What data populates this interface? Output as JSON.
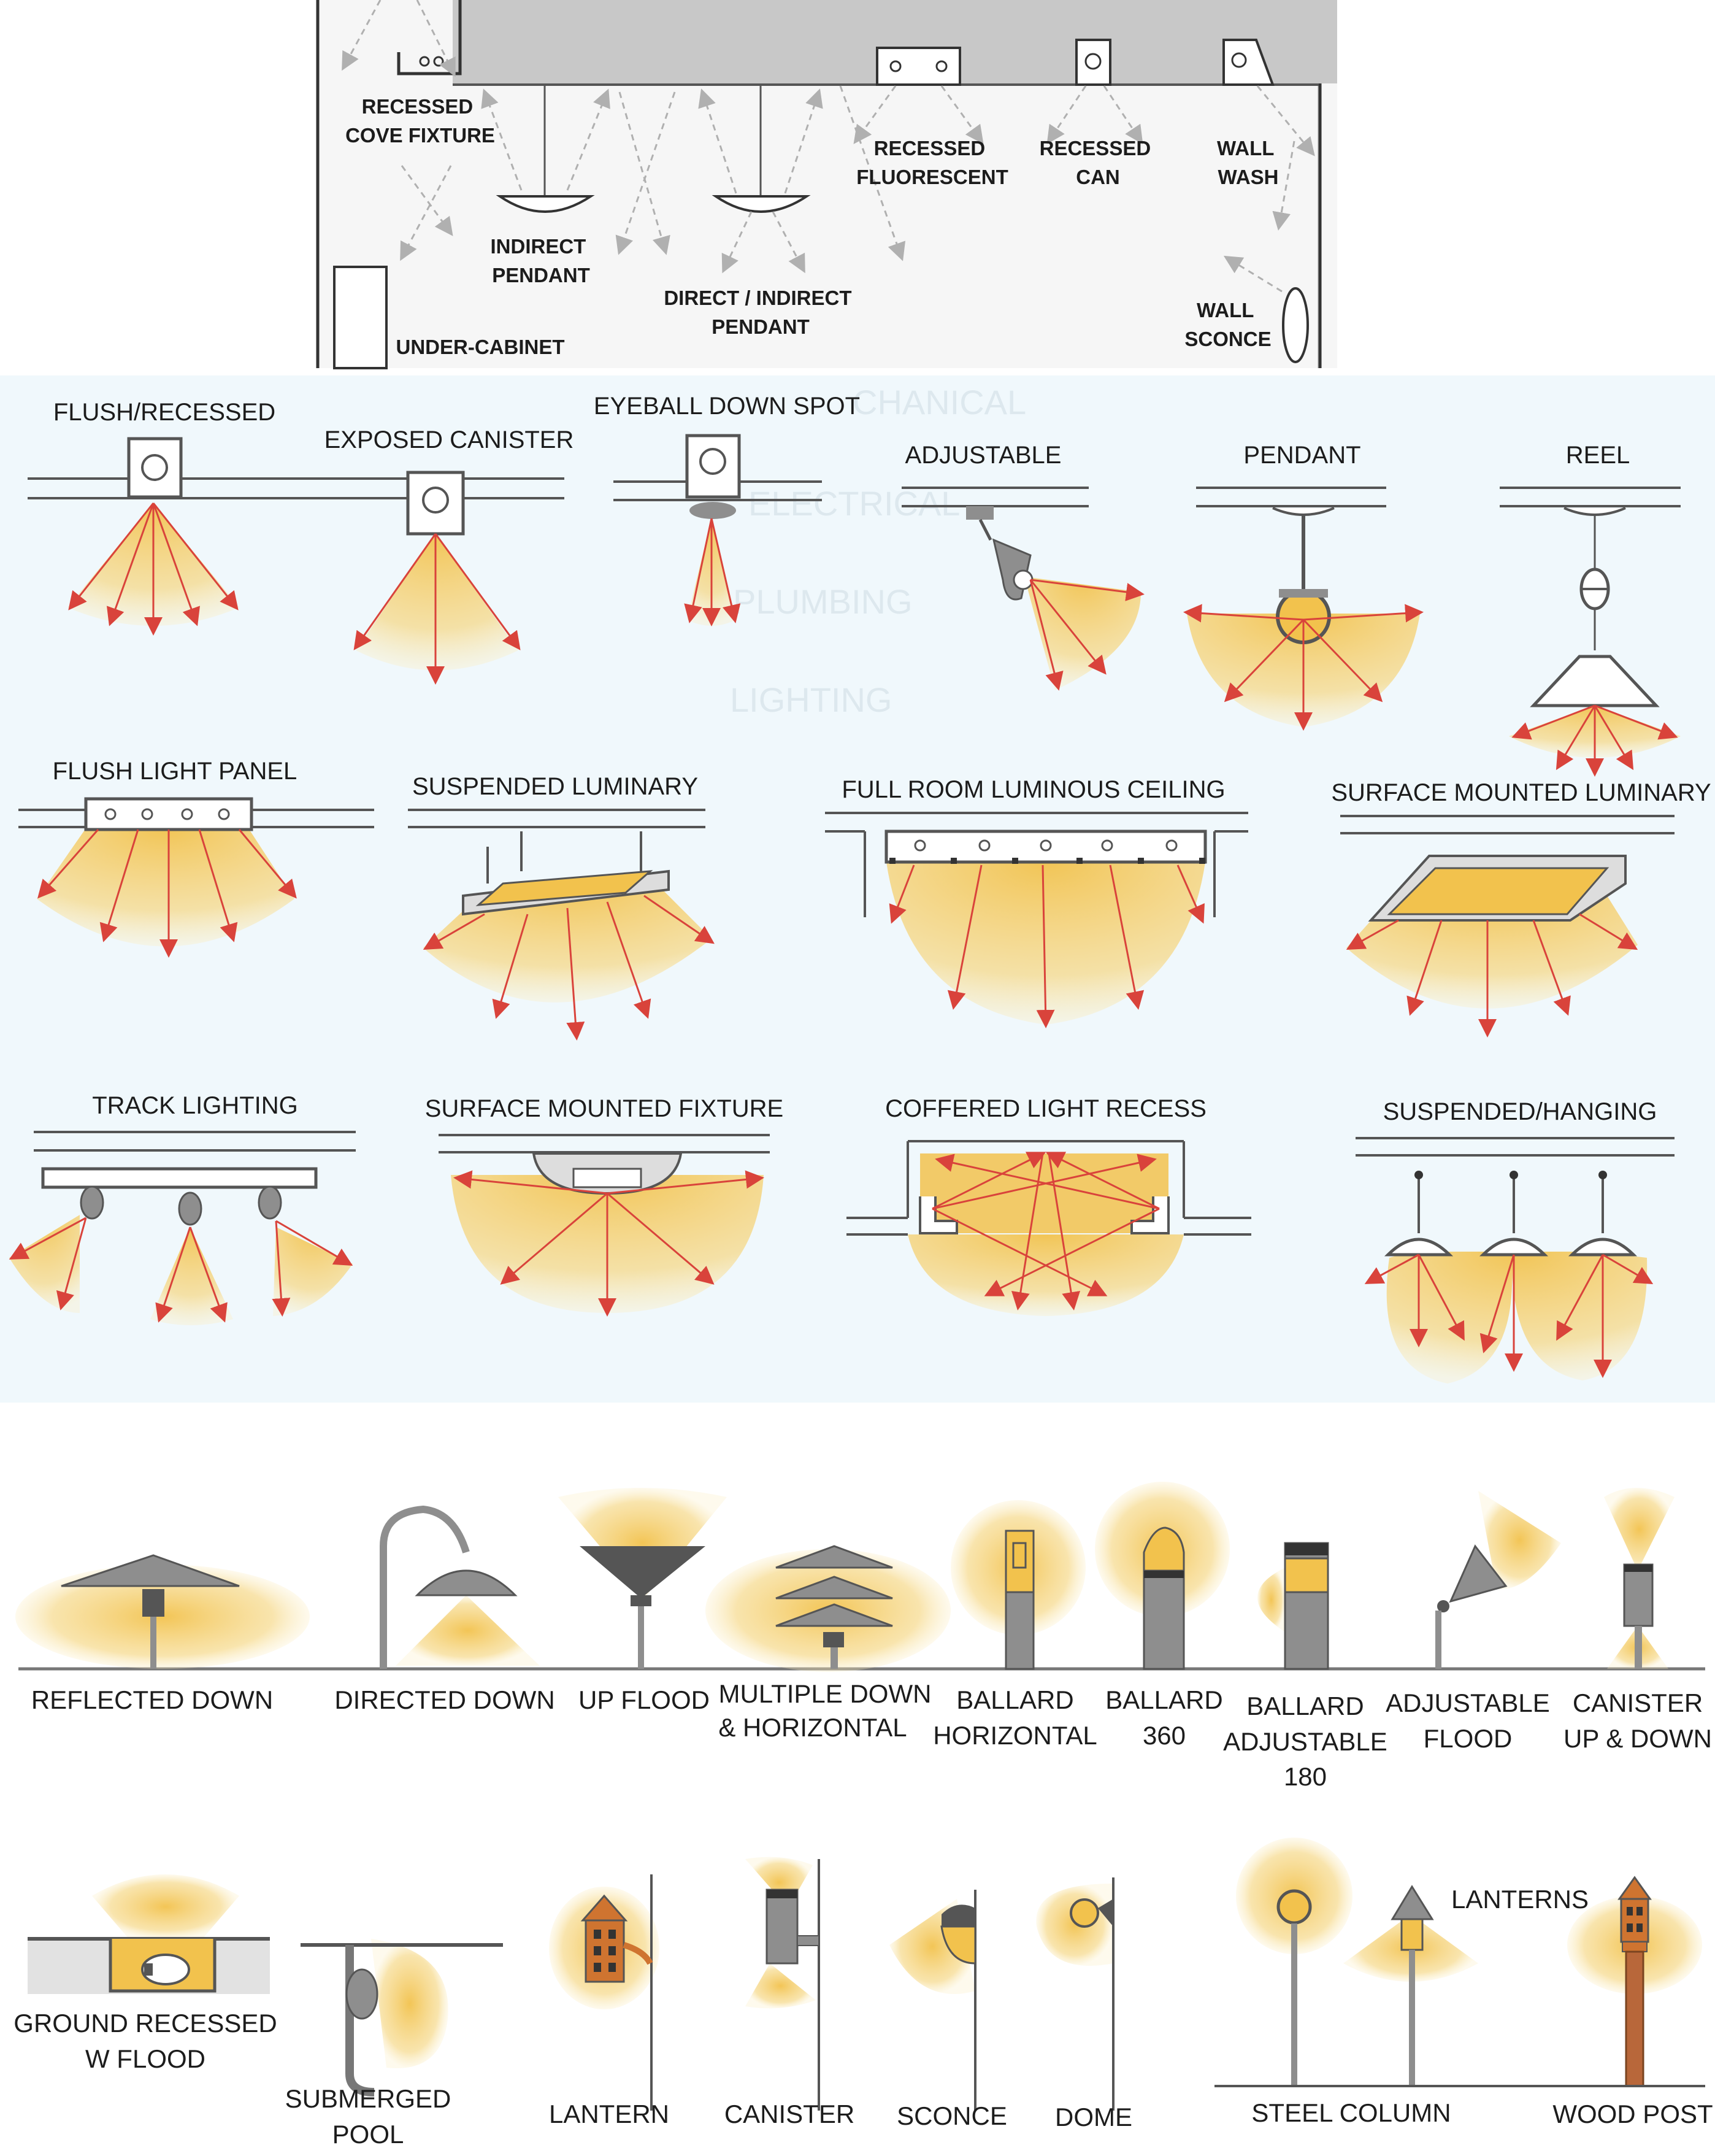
{
  "colors": {
    "glow": "#f2c24d",
    "ray": "#d9433b",
    "line": "#333333",
    "fixture": "#8e8e8e",
    "fixture_dark": "#555555",
    "ceiling_top": "#c8c8c8",
    "panel_bg": "#f0f8fc",
    "post_wood": "#b8673a",
    "lantern_orange": "#cf7430"
  },
  "top_panel": {
    "labels": {
      "cove": [
        "RECESSED",
        "COVE FIXTURE"
      ],
      "indirect": [
        "INDIRECT",
        "PENDANT"
      ],
      "direct_indirect": [
        "DIRECT / INDIRECT",
        "PENDANT"
      ],
      "fluorescent": [
        "RECESSED",
        "FLUORESCENT"
      ],
      "can": [
        "RECESSED",
        "CAN"
      ],
      "wall_wash": [
        "WALL",
        "WASH"
      ],
      "sconce": [
        "WALL",
        "SCONCE"
      ],
      "under_cabinet": [
        "UNDER-CABINET"
      ]
    }
  },
  "middle_panel": {
    "watermark": [
      "CHANICAL",
      "ELECTRICAL",
      "PLUMBING",
      "LIGHTING"
    ],
    "labels": {
      "flush_recessed": "FLUSH/RECESSED",
      "exposed_canister": "EXPOSED CANISTER",
      "eyeball": "EYEBALL DOWN SPOT",
      "adjustable": "ADJUSTABLE",
      "pendant": "PENDANT",
      "reel": "REEL",
      "flush_light_panel": "FLUSH LIGHT PANEL",
      "suspended_luminary": "SUSPENDED LUMINARY",
      "luminous_ceiling": "FULL ROOM LUMINOUS CEILING",
      "surface_luminary": "SURFACE MOUNTED LUMINARY",
      "track": "TRACK LIGHTING",
      "surface_fixture": "SURFACE MOUNTED FIXTURE",
      "coffered": "COFFERED LIGHT RECESS",
      "suspended_hanging": "SUSPENDED/HANGING"
    }
  },
  "bottom_panel": {
    "labels": {
      "reflected_down": [
        "REFLECTED DOWN"
      ],
      "directed_down": [
        "DIRECTED DOWN"
      ],
      "up_flood": [
        "UP FLOOD"
      ],
      "multiple_down": [
        "MULTIPLE DOWN",
        "& HORIZONTAL"
      ],
      "ballard_h": [
        "BALLARD",
        "HORIZONTAL"
      ],
      "ballard_360": [
        "BALLARD",
        "360"
      ],
      "ballard_180": [
        "BALLARD",
        "ADJUSTABLE",
        "180"
      ],
      "adjustable_flood": [
        "ADJUSTABLE",
        "FLOOD"
      ],
      "canister_updown": [
        "CANISTER",
        "UP & DOWN"
      ],
      "ground_recessed": [
        "GROUND RECESSED",
        "W  FLOOD"
      ],
      "submerged_pool": [
        "SUBMERGED",
        "POOL"
      ],
      "lantern": [
        "LANTERN"
      ],
      "canister": [
        "CANISTER"
      ],
      "sconce": [
        "SCONCE"
      ],
      "dome": [
        "DOME"
      ],
      "lanterns": [
        "LANTERNS"
      ],
      "steel_column": [
        "STEEL COLUMN"
      ],
      "wood_post": [
        "WOOD POST"
      ]
    }
  }
}
